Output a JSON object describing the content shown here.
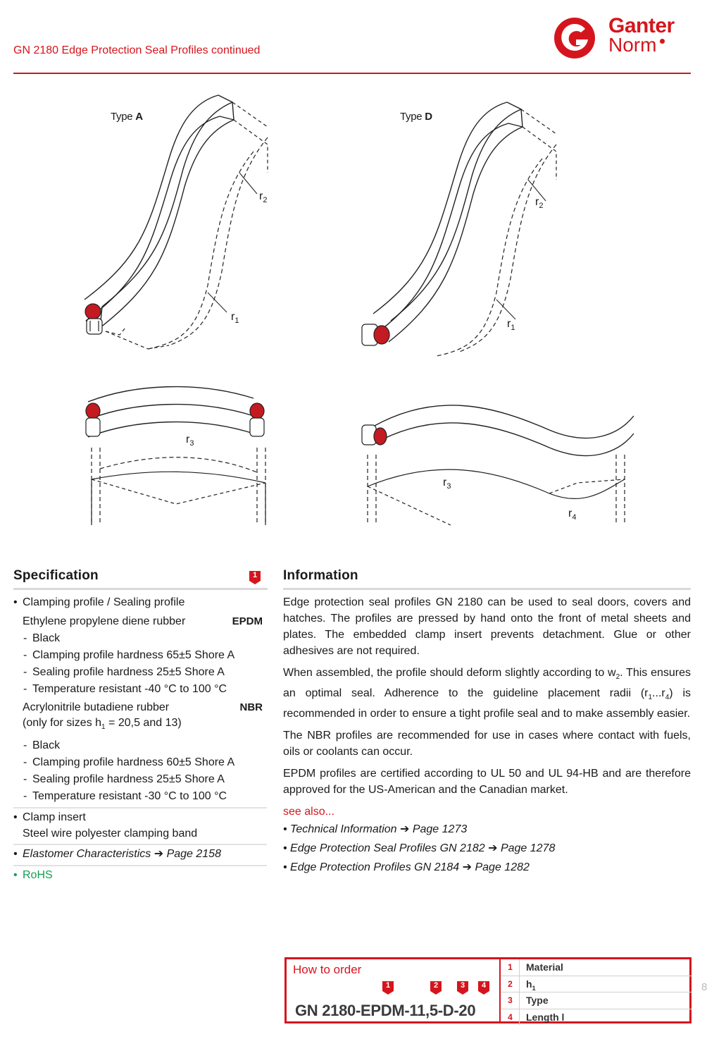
{
  "header": {
    "title": "GN 2180 Edge Protection Seal Profiles continued",
    "logo_line1": "Ganter",
    "logo_line2": "Norm",
    "brand_color": "#d5151d"
  },
  "figure": {
    "type_a_prefix": "Type ",
    "type_a_letter": "A",
    "type_d_prefix": "Type ",
    "type_d_letter": "D",
    "r_letter": "r",
    "r1": "1",
    "r2": "2",
    "r3": "3",
    "r4": "4"
  },
  "specification": {
    "title": "Specification",
    "badge": "1",
    "b1": "Clamping profile / Sealing profile",
    "epdm_name": "Ethylene propylene diene rubber",
    "epdm_code": "EPDM",
    "epdm_color": "Black",
    "epdm_hard1": "Clamping profile hardness 65±5 Shore A",
    "epdm_hard2": "Sealing profile hardness 25±5 Shore A",
    "epdm_temp": "Temperature resistant -40 °C to 100 °C",
    "nbr_name": "Acrylonitrile butadiene rubber",
    "nbr_code": "NBR",
    "nbr_sizes_a": "(only for sizes h",
    "nbr_sizes_sub": "1",
    "nbr_sizes_b": " = 20,5 and 13)",
    "nbr_color": "Black",
    "nbr_hard1": "Clamping profile hardness 60±5 Shore A",
    "nbr_hard2": "Sealing profile hardness 25±5 Shore A",
    "nbr_temp": "Temperature resistant -30 °C to 100 °C",
    "b2": "Clamp insert",
    "b2_sub": "Steel wire polyester clamping band",
    "b3": "Elastomer Characteristics ➔ Page 2158",
    "b4": "RoHS"
  },
  "information": {
    "title": "Information",
    "p1": "Edge protection seal profiles GN 2180 can be used to seal doors, covers and hatches. The profiles are pressed by hand onto the front of metal sheets and plates. The embedded clamp insert prevents detachment. Glue or other adhesives are not required.",
    "p2_a": "When assembled, the profile should deform slightly according to w",
    "p2_sub1": "2",
    "p2_b": ". This ensures an optimal seal. Adherence to the guideline placement radii (r",
    "p2_sub2": "1",
    "p2_c": "...r",
    "p2_sub3": "4",
    "p2_d": ") is recommended in order to ensure a tight profile seal and to make assembly easier.",
    "p3": "The NBR profiles are recommended for use in cases where contact with fuels, oils or coolants can occur.",
    "p4": "EPDM profiles are certified according to UL 50 and UL 94-HB and are therefore approved for the US-American and the Canadian market.",
    "see_also": "see also...",
    "refs": [
      "• Technical Information ➔ Page 1273",
      "• Edge Protection Seal Profiles GN 2182 ➔ Page 1278",
      "• Edge Protection Profiles GN 2184 ➔ Page 1282"
    ]
  },
  "order": {
    "title": "How to order",
    "code": "GN 2180-EPDM-11,5-D-20",
    "badges": [
      "1",
      "2",
      "3",
      "4"
    ],
    "rows": [
      {
        "num": "1",
        "label": "Material",
        "sub": ""
      },
      {
        "num": "2",
        "label": "h",
        "sub": "1"
      },
      {
        "num": "3",
        "label": "Type",
        "sub": ""
      },
      {
        "num": "4",
        "label": "Length l",
        "sub": ""
      }
    ]
  },
  "page_edge": "8"
}
